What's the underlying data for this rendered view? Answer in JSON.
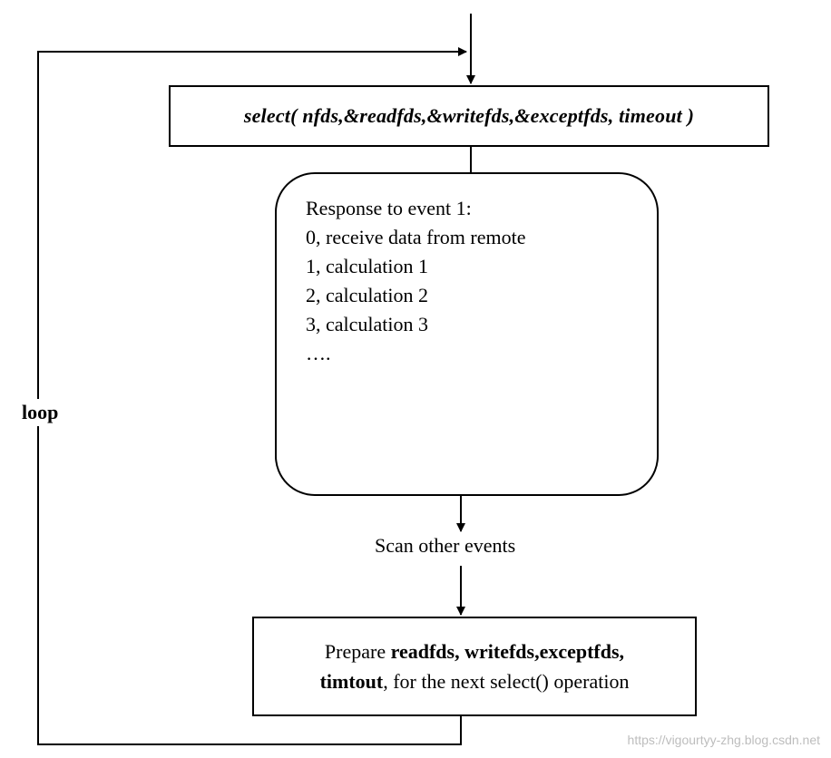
{
  "select_call": "select( nfds,&readfds,&writefds,&exceptfds, timeout )",
  "response": {
    "title": "Response to event 1:",
    "steps": [
      "0, receive data from remote",
      "1, calculation 1",
      "2, calculation 2",
      "3, calculation 3",
      "…."
    ]
  },
  "scan_label": "Scan other events",
  "prepare": {
    "line1_prefix": "Prepare ",
    "line1_bold": "readfds, writefds,exceptfds,",
    "line2_bold": "timtout",
    "line2_suffix": ", for the next select() operation"
  },
  "loop_label": "loop",
  "watermark": "https://vigourtyy-zhg.blog.csdn.net"
}
